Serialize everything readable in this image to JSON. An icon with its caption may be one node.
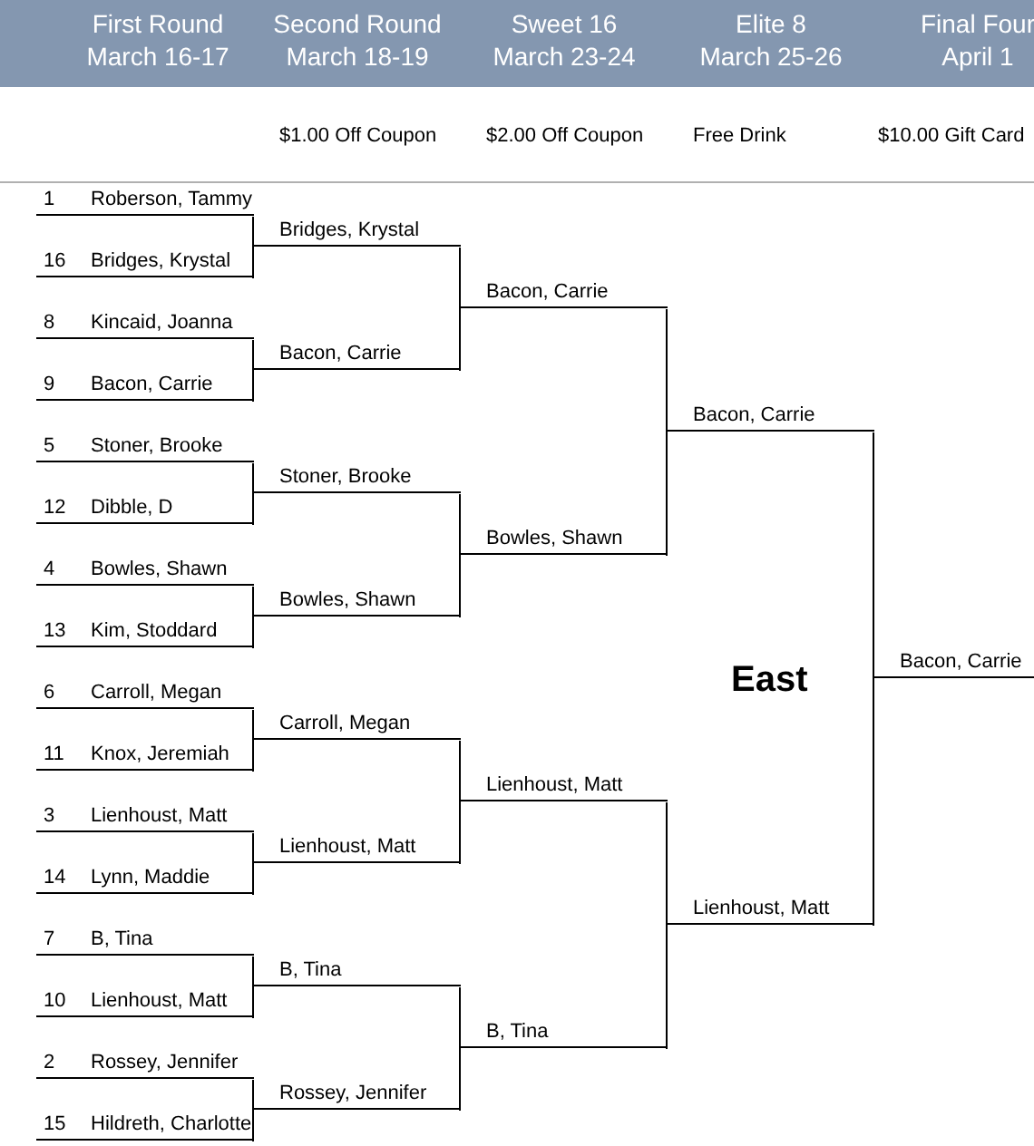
{
  "diagram": {
    "nodes": [
      {
        "text": [
          "1",
          "Roberson, Tammy"
        ]
      },
      {
        "text": [
          "16",
          "Bridges, Krystal"
        ]
      },
      {
        "text": [
          "8",
          "Kincaid, Joanna"
        ]
      },
      {
        "text": [
          "9",
          "Bacon, Carrie"
        ]
      },
      {
        "text": [
          "5",
          "Stoner, Brooke"
        ]
      },
      {
        "text": [
          "12",
          "Dibble, D"
        ]
      },
      {
        "text": [
          "4",
          "Bowles, Shawn"
        ]
      },
      {
        "text": [
          "13",
          "Kim, Stoddard"
        ]
      },
      {
        "text": [
          "6",
          "Carroll, Megan"
        ]
      },
      {
        "text": [
          "11",
          "Knox, Jeremiah"
        ]
      },
      {
        "text": [
          "3",
          "Lienhoust, Matt"
        ]
      },
      {
        "text": [
          "14",
          "Lynn, Maddie"
        ]
      },
      {
        "text": [
          "7",
          "B, Tina"
        ]
      },
      {
        "text": [
          "10",
          "Lienhoust, Matt"
        ]
      },
      {
        "text": [
          "2",
          "Rossey, Jennifer"
        ]
      },
      {
        "text": [
          "15",
          "Hildreth, Charlotte"
        ]
      },
      {
        "text": [
          "Bridges, Krystal"
        ]
      },
      {
        "text": [
          "Bacon, Carrie"
        ]
      },
      {
        "text": [
          "Stoner, Brooke"
        ]
      },
      {
        "text": [
          "Bowles, Shawn"
        ]
      },
      {
        "text": [
          "Carroll, Megan"
        ]
      },
      {
        "text": [
          "Lienhoust, Matt"
        ]
      },
      {
        "text": [
          "B, Tina"
        ]
      },
      {
        "text": [
          "Rossey, Jennifer"
        ]
      },
      {
        "text": [
          "Bacon, Carrie"
        ]
      },
      {
        "text": [
          "Bowles, Shawn"
        ]
      },
      {
        "text": [
          "Lienhoust, Matt"
        ]
      },
      {
        "text": [
          "B, Tina"
        ]
      },
      {
        "text": [
          "Bacon, Carrie"
        ]
      },
      {
        "text": [
          "Lienhoust, Matt"
        ]
      },
      {
        "text": [
          "Bacon, Carrie"
        ]
      }
    ],
    "edges": [
      {
        "from": 0,
        "to": 16,
        "arrow": "none"
      },
      {
        "from": 1,
        "to": 16,
        "arrow": "none"
      },
      {
        "from": 2,
        "to": 17,
        "arrow": "none"
      },
      {
        "from": 3,
        "to": 17,
        "arrow": "none"
      },
      {
        "from": 4,
        "to": 18,
        "arrow": "none"
      },
      {
        "from": 5,
        "to": 18,
        "arrow": "none"
      },
      {
        "from": 6,
        "to": 19,
        "arrow": "none"
      },
      {
        "from": 7,
        "to": 19,
        "arrow": "none"
      },
      {
        "from": 8,
        "to": 20,
        "arrow": "none"
      },
      {
        "from": 9,
        "to": 20,
        "arrow": "none"
      },
      {
        "from": 10,
        "to": 21,
        "arrow": "none"
      },
      {
        "from": 11,
        "to": 21,
        "arrow": "none"
      },
      {
        "from": 12,
        "to": 22,
        "arrow": "none"
      },
      {
        "from": 13,
        "to": 22,
        "arrow": "none"
      },
      {
        "from": 14,
        "to": 23,
        "arrow": "none"
      },
      {
        "from": 15,
        "to": 23,
        "arrow": "none"
      },
      {
        "from": 16,
        "to": 24,
        "arrow": "none"
      },
      {
        "from": 17,
        "to": 24,
        "arrow": "none"
      },
      {
        "from": 18,
        "to": 25,
        "arrow": "none"
      },
      {
        "from": 19,
        "to": 25,
        "arrow": "none"
      },
      {
        "from": 20,
        "to": 26,
        "arrow": "none"
      },
      {
        "from": 21,
        "to": 26,
        "arrow": "none"
      },
      {
        "from": 22,
        "to": 27,
        "arrow": "none"
      },
      {
        "from": 23,
        "to": 27,
        "arrow": "none"
      },
      {
        "from": 24,
        "to": 28,
        "arrow": "none"
      },
      {
        "from": 25,
        "to": 28,
        "arrow": "none"
      },
      {
        "from": 26,
        "to": 29,
        "arrow": "none"
      },
      {
        "from": 27,
        "to": 29,
        "arrow": "none"
      },
      {
        "from": 28,
        "to": 30,
        "arrow": "none"
      },
      {
        "from": 29,
        "to": 30,
        "arrow": "none"
      }
    ],
    "labels": [
      "First Round",
      "March 16-17",
      "Second Round",
      "March 18-19",
      "Sweet 16",
      "March 23-24",
      "Elite 8",
      "March 25-26",
      "Final Four",
      "April 1",
      "$1.00 Off Coupon",
      "$2.00 Off Coupon",
      "Free Drink",
      "$10.00 Gift Card",
      "East"
    ]
  }
}
